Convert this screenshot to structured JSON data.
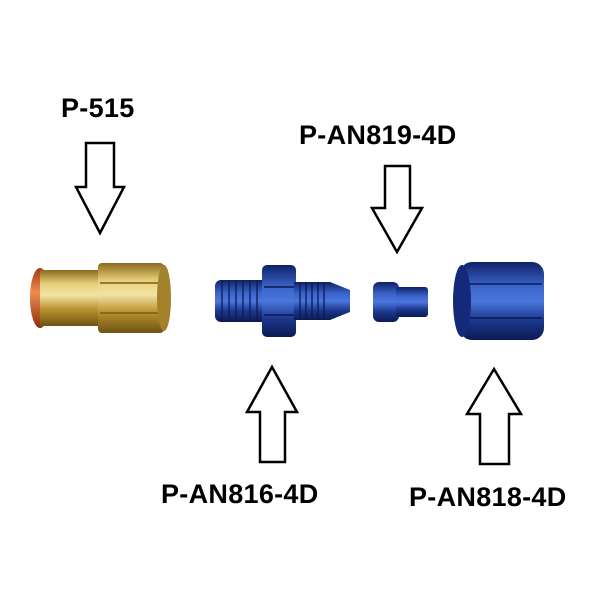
{
  "labels": {
    "p515": "P-515",
    "an819": "P-AN819-4D",
    "an816": "P-AN816-4D",
    "an818": "P-AN818-4D"
  },
  "colors": {
    "brass": "#c9a53a",
    "anodized_blue": "#1f3f9c",
    "orange_ring": "#e3662e",
    "arrow_stroke": "#000000"
  }
}
